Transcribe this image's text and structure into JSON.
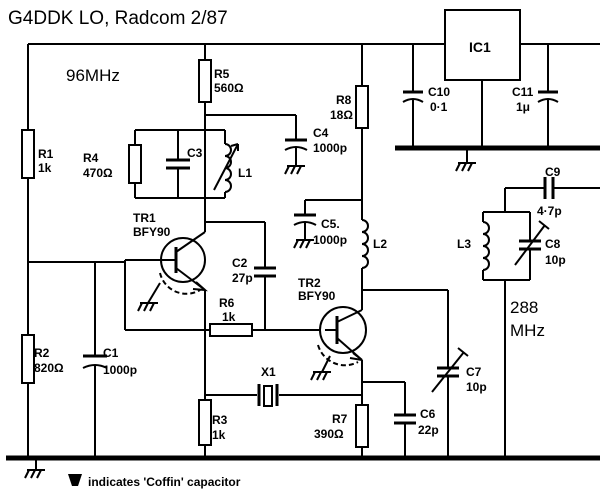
{
  "title": "G4DDK LO, Radcom 2/87",
  "freq_96": "96MHz",
  "freq_288_a": "288",
  "freq_288_b": "MHz",
  "legend": "indicates 'Coffin' capacitor",
  "ic1": "IC1",
  "r1": {
    "ref": "R1",
    "val": "1k"
  },
  "r2": {
    "ref": "R2",
    "val": "820Ω"
  },
  "r3": {
    "ref": "R3",
    "val": "1k"
  },
  "r4": {
    "ref": "R4",
    "val": "470Ω"
  },
  "r5": {
    "ref": "R5",
    "val": "560Ω"
  },
  "r6": {
    "ref": "R6",
    "val": "1k"
  },
  "r7": {
    "ref": "R7",
    "val": "390Ω"
  },
  "r8": {
    "ref": "R8",
    "val": "18Ω"
  },
  "c1": {
    "ref": "C1",
    "val": "1000p"
  },
  "c2": {
    "ref": "C2",
    "val": "27p"
  },
  "c3": {
    "ref": "C3"
  },
  "c4": {
    "ref": "C4",
    "val": "1000p"
  },
  "c5": {
    "ref": "C5.",
    "val": "1000p"
  },
  "c6": {
    "ref": "C6",
    "val": "22p"
  },
  "c7": {
    "ref": "C7",
    "val": "10p"
  },
  "c8": {
    "ref": "C8",
    "val": "10p"
  },
  "c9": {
    "ref": "C9",
    "val": "4·7p"
  },
  "c10": {
    "ref": "C10",
    "val": "0·1"
  },
  "c11": {
    "ref": "C11",
    "val": "1μ"
  },
  "l1": "L1",
  "l2": "L2",
  "l3": "L3",
  "x1": "X1",
  "tr1": {
    "ref": "TR1",
    "val": "BFY90"
  },
  "tr2": {
    "ref": "TR2",
    "val": "BFY90"
  }
}
